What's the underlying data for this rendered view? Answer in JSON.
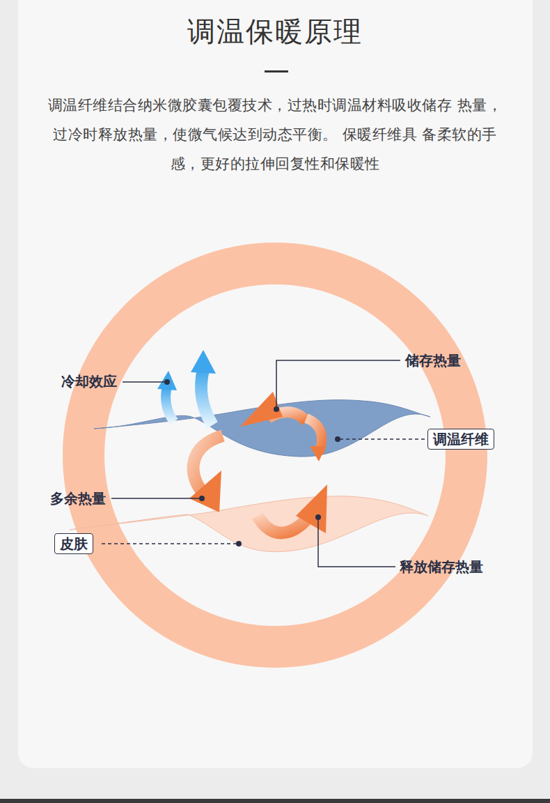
{
  "diagram": {
    "title": "调温保暖原理",
    "nodes": [
      {
        "text": [
          "调温纤维"
        ]
      },
      {
        "text": [
          "皮肤"
        ]
      }
    ],
    "labels": [
      "调温纤维结合纳米微胶囊包覆技术，过热时调温材料吸收储存 热量，过冷时释放热量，使微气候达到动态平衡。 保暖纤维具 备柔软的手感，更好的拉伸回复性和保暖性",
      "冷却效应",
      "储存热量",
      "多余热量",
      "释放储存热量"
    ]
  }
}
